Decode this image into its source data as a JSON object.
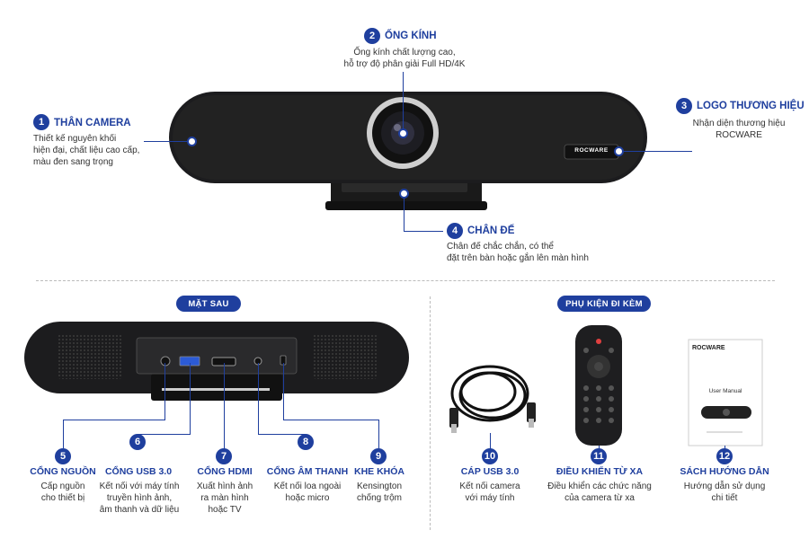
{
  "top": {
    "callouts": [
      {
        "num": "1",
        "title": "THÂN CAMERA",
        "desc": [
          "Thiết kế nguyên khối",
          "hiện đại, chất liệu cao cấp,",
          "màu đen sang trọng"
        ]
      },
      {
        "num": "2",
        "title": "ỐNG KÍNH",
        "desc": [
          "Ống kính chất lượng cao,",
          "hỗ trợ độ phân giải Full HD/4K"
        ]
      },
      {
        "num": "3",
        "title": "LOGO THƯƠNG HIỆU",
        "desc": [
          "Nhận diện thương hiệu",
          "ROCWARE"
        ]
      },
      {
        "num": "4",
        "title": "CHÂN ĐẾ",
        "desc": [
          "Chân đế chắc chắn, có thể",
          "đặt trên bàn hoặc gắn lên màn hình"
        ]
      }
    ],
    "brand_badge": "ROCWARE"
  },
  "back": {
    "section_label": "MẶT SAU",
    "callouts": [
      {
        "num": "5",
        "title": "CỔNG NGUỒN",
        "desc": [
          "Cấp nguồn",
          "cho thiết bị"
        ]
      },
      {
        "num": "6",
        "title": "CỔNG USB 3.0",
        "desc": [
          "Kết nối với máy tính",
          "truyền hình ảnh,",
          "âm thanh và dữ liệu"
        ]
      },
      {
        "num": "7",
        "title": "CỔNG HDMI",
        "desc": [
          "Xuất hình ảnh",
          "ra màn hình",
          "hoặc TV"
        ]
      },
      {
        "num": "8",
        "title": "CỔNG ÂM THANH",
        "desc": [
          "Kết nối loa ngoài",
          "hoặc micro"
        ]
      },
      {
        "num": "9",
        "title": "KHE KHÓA",
        "desc": [
          "Kensington",
          "chống trộm"
        ]
      }
    ]
  },
  "accessories": {
    "section_label": "PHỤ KIỆN ĐI KÈM",
    "callouts": [
      {
        "num": "10",
        "title": "CÁP USB 3.0",
        "desc": [
          "Kết nối camera",
          "với máy tính"
        ]
      },
      {
        "num": "11",
        "title": "ĐIỀU KHIỂN TỪ XA",
        "desc": [
          "Điều khiển các chức năng",
          "của camera từ xa"
        ]
      },
      {
        "num": "12",
        "title": "SÁCH HƯỚNG DẪN",
        "desc": [
          "Hướng dẫn sử dụng",
          "chi tiết"
        ]
      }
    ],
    "manual": {
      "brand": "ROCWARE",
      "title": "User Manual"
    }
  },
  "colors": {
    "accent": "#1f3f9e",
    "device": "#1c1c1e"
  }
}
